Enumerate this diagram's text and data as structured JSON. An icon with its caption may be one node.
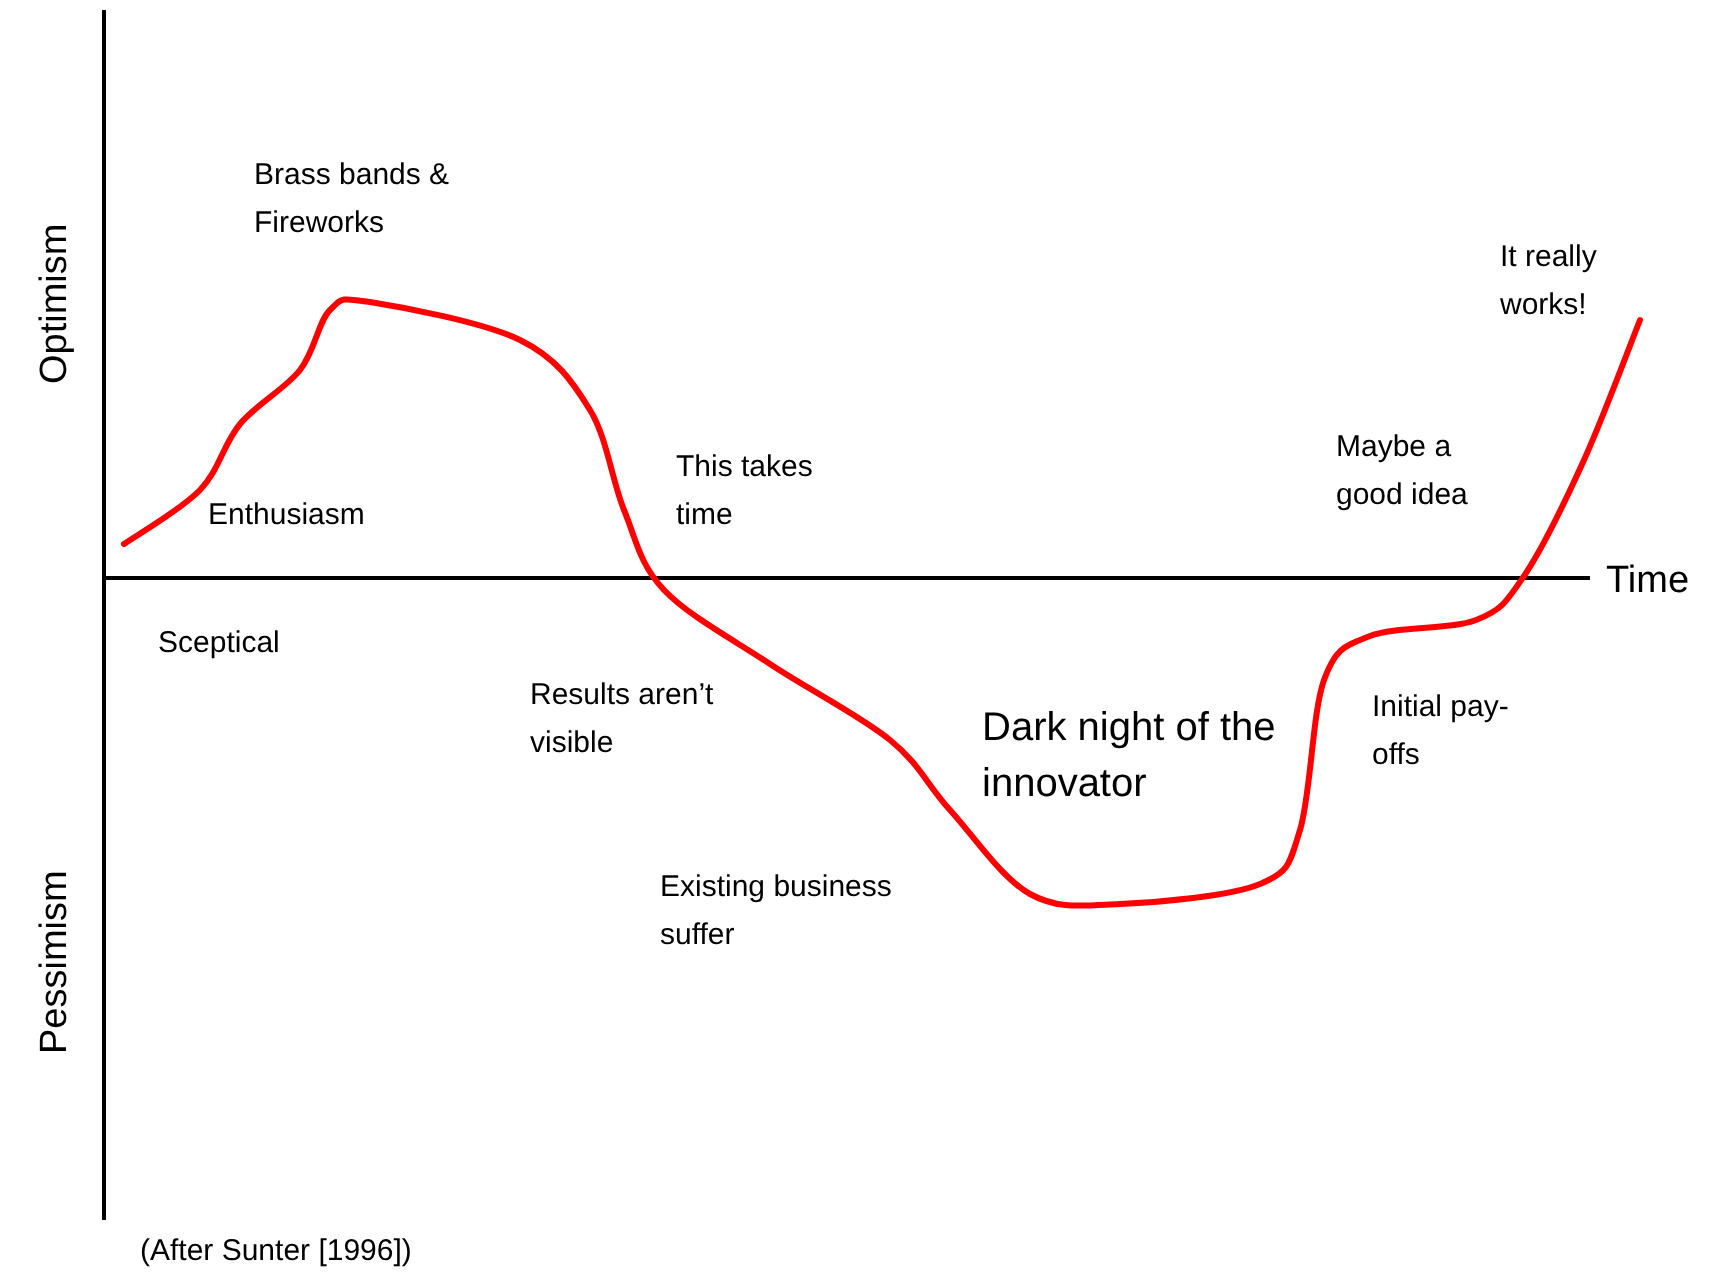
{
  "diagram": {
    "caption": "(After Sunter [1996])",
    "labels": [
      "Optimism",
      "Pessimism",
      "Time",
      "Brass bands & Fireworks",
      "Enthusiasm",
      "Sceptical",
      "This takes time",
      "Results aren’t visible",
      "Dark night of the innovator",
      "Existing business suffer",
      "Maybe a good idea",
      "Initial pay-offs",
      "It really works!"
    ]
  }
}
